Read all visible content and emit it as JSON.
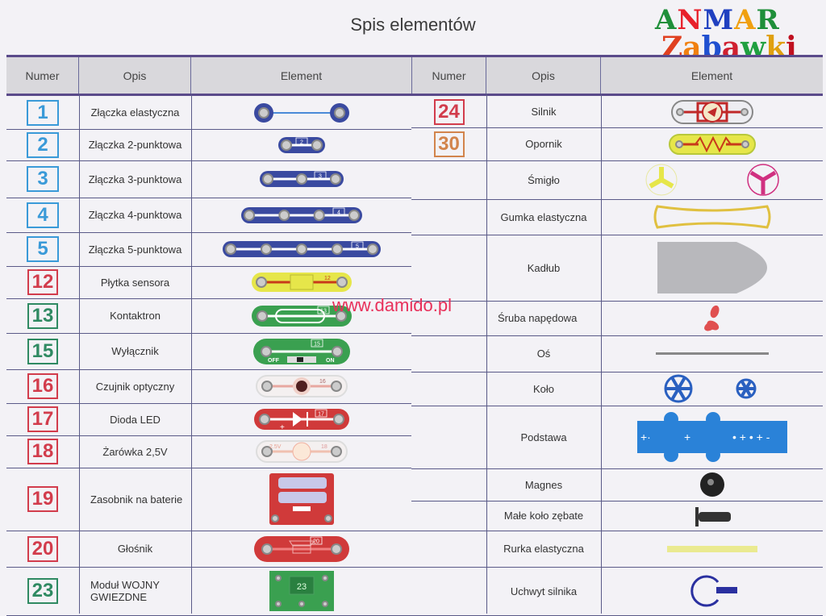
{
  "title": "Spis elementów",
  "logo": {
    "line1": "ANMAR",
    "line2": "Zabawki"
  },
  "watermark": "www.damido.pl",
  "headers": {
    "numer": "Numer",
    "opis": "Opis",
    "element": "Element"
  },
  "colors": {
    "blue": "#3a9ad8",
    "red": "#d23c4c",
    "green": "#2f8a62",
    "orange": "#d2844c",
    "snap_blue": "#3a4aa0",
    "snap_green": "#3aa050",
    "snap_red": "#d03a3a",
    "yellow": "#e6e64a"
  },
  "left_rows": [
    {
      "num": "1",
      "color": "blue",
      "desc": "Złączka elastyczna",
      "part": "wire-icon"
    },
    {
      "num": "2",
      "color": "blue",
      "desc": "Złączka 2-punktowa",
      "part": "snap-2-icon",
      "label": "2"
    },
    {
      "num": "3",
      "color": "blue",
      "desc": "Złączka 3-punktowa",
      "part": "snap-3-icon",
      "label": "3"
    },
    {
      "num": "4",
      "color": "blue",
      "desc": "Złączka 4-punktowa",
      "part": "snap-4-icon",
      "label": "4"
    },
    {
      "num": "5",
      "color": "blue",
      "desc": "Złączka 5-punktowa",
      "part": "snap-5-icon",
      "label": "5"
    },
    {
      "num": "12",
      "color": "red",
      "desc": "Płytka sensora",
      "part": "sensor-plate-icon",
      "label": "12"
    },
    {
      "num": "13",
      "color": "green",
      "desc": "Kontaktron",
      "part": "reed-switch-icon",
      "label": "13"
    },
    {
      "num": "15",
      "color": "green",
      "desc": "Wyłącznik",
      "part": "switch-icon",
      "label": "15",
      "off": "OFF",
      "on": "ON"
    },
    {
      "num": "16",
      "color": "red",
      "desc": "Czujnik optyczny",
      "part": "photo-sensor-icon",
      "label": "16"
    },
    {
      "num": "17",
      "color": "red",
      "desc": "Dioda LED",
      "part": "led-icon",
      "label": "17"
    },
    {
      "num": "18",
      "color": "red",
      "desc": "Żarówka 2,5V",
      "part": "bulb-icon",
      "label": "18",
      "volt": "2.5V"
    },
    {
      "num": "19",
      "color": "red",
      "desc": "Zasobnik na baterie",
      "part": "battery-holder-icon",
      "align": "left"
    },
    {
      "num": "20",
      "color": "red",
      "desc": "Głośnik",
      "part": "speaker-icon",
      "label": "20"
    },
    {
      "num": "23",
      "color": "green",
      "desc": "Moduł WOJNY GWIEZDNE",
      "part": "star-wars-module-icon",
      "label": "23",
      "align": "left"
    }
  ],
  "right_rows": [
    {
      "num": "24",
      "color": "red",
      "desc": "Silnik",
      "part": "motor-icon"
    },
    {
      "num": "30",
      "color": "orange",
      "desc": "Opornik",
      "part": "resistor-icon"
    },
    {
      "num": "",
      "desc": "Śmigło",
      "part": "propeller-icon"
    },
    {
      "num": "",
      "desc": "Gumka elastyczna",
      "part": "rubber-band-icon"
    },
    {
      "num": "",
      "desc": "Kadłub",
      "part": "hull-icon"
    },
    {
      "num": "",
      "desc": "Śruba napędowa",
      "part": "screw-propeller-icon",
      "align": "left"
    },
    {
      "num": "",
      "desc": "Oś",
      "part": "axle-icon"
    },
    {
      "num": "",
      "desc": "Koło",
      "part": "wheel-icon"
    },
    {
      "num": "",
      "desc": "Podstawa",
      "part": "base-plate-icon"
    },
    {
      "num": "",
      "desc": "Magnes",
      "part": "magnet-icon"
    },
    {
      "num": "",
      "desc": "Małe koło zębate",
      "part": "small-gear-icon"
    },
    {
      "num": "",
      "desc": "Rurka elastyczna",
      "part": "tube-icon"
    },
    {
      "num": "",
      "desc": "Uchwyt silnika",
      "part": "motor-holder-icon"
    }
  ]
}
